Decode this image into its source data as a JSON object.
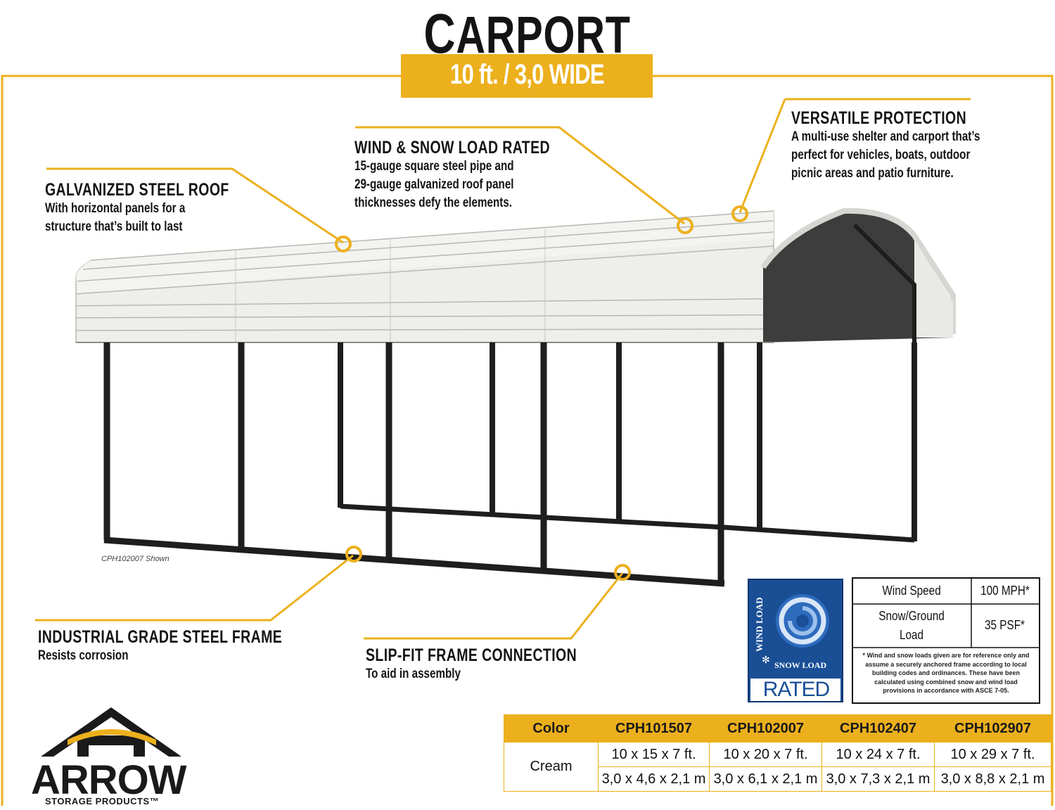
{
  "header": {
    "title_first": "C",
    "title_rest": "ARPORT",
    "subtitle": "10 ft. / 3,0 WIDE"
  },
  "features": {
    "roof": {
      "title": "GALVANIZED STEEL ROOF",
      "lines": [
        "With horizontal panels for a",
        "structure that’s built to last"
      ]
    },
    "wind": {
      "title": "WIND & SNOW LOAD RATED",
      "lines": [
        "15-gauge square steel pipe and",
        "29-gauge galvanized roof panel",
        "thicknesses defy the elements."
      ]
    },
    "versatile": {
      "title": "VERSATILE PROTECTION",
      "lines": [
        "A multi-use shelter and carport that’s",
        "perfect for vehicles, boats, outdoor",
        "picnic areas and patio furniture."
      ]
    },
    "frame": {
      "title": "INDUSTRIAL GRADE STEEL FRAME",
      "lines": [
        "Resists corrosion"
      ]
    },
    "slipfit": {
      "title": "SLIP-FIT FRAME CONNECTION",
      "lines": [
        "To aid in assembly"
      ]
    }
  },
  "shown_caption": "CPH102007 Shown",
  "badge": {
    "wind_text": "WIND LOAD",
    "snow_text": "SNOW LOAD",
    "rated_text": "RATED",
    "color": "#1a4f96"
  },
  "specs": {
    "wind_label": "Wind Speed",
    "wind_value": "100 MPH*",
    "snow_label_1": "Snow/Ground",
    "snow_label_2": "Load",
    "snow_value": "35 PSF*",
    "note": "* Wind and snow loads given are for reference only and assume a securely anchored frame according to local building codes and ordinances. These have been calculated using combined snow and wind load provisions in accordance with ASCE 7-05."
  },
  "models": {
    "color_header": "Color",
    "color_value": "Cream",
    "columns": [
      {
        "model": "CPH101507",
        "imperial": "10 x 15 x 7 ft.",
        "metric": "3,0 x 4,6 x 2,1 m"
      },
      {
        "model": "CPH102007",
        "imperial": "10 x 20 x 7 ft.",
        "metric": "3,0 x 6,1 x 2,1 m"
      },
      {
        "model": "CPH102407",
        "imperial": "10 x 24 x 7 ft.",
        "metric": "3,0 x 7,3 x 2,1 m"
      },
      {
        "model": "CPH102907",
        "imperial": "10 x 29 x 7 ft.",
        "metric": "3,0 x 8,8 x 2,1 m"
      }
    ]
  },
  "logo": {
    "name": "ARROW",
    "sub": "STORAGE PRODUCTS™"
  },
  "colors": {
    "accent": "#ecb01d",
    "frame": "#1e1e1e",
    "roof": "#eeeeea",
    "badge": "#1a4f96"
  }
}
